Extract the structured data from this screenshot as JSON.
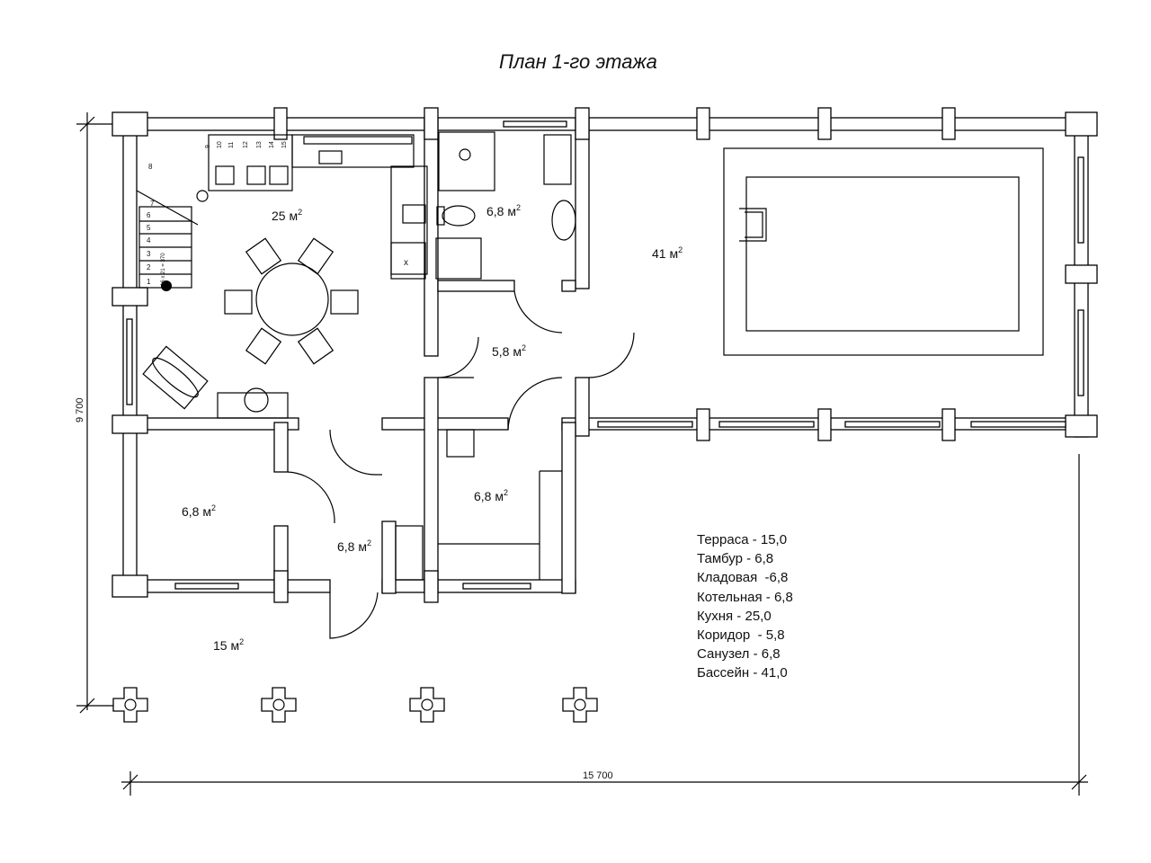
{
  "title": "План 1-го этажа",
  "rooms": {
    "kitchen": "25 м",
    "bathroom": "6,8 м",
    "pool": "41 м",
    "corridor": "5,8 м",
    "storage": "6,8 м",
    "boiler": "6,8 м",
    "tambour": "6,8 м",
    "terrace": "15 м",
    "sup": "2"
  },
  "stairs": {
    "steps": [
      "1",
      "2",
      "3",
      "4",
      "5",
      "6",
      "7",
      "8",
      "9",
      "10",
      "11",
      "12",
      "13",
      "14",
      "15"
    ],
    "note": "16 x 21 = 370"
  },
  "dimensions": {
    "height": "9 700",
    "width": "15 700"
  },
  "legend": [
    "Терраса - 15,0",
    "Тамбур - 6,8",
    "Кладовая  -6,8",
    "Котельная - 6,8",
    "Кухня - 25,0",
    "Коридор  - 5,8",
    "Санузел - 6,8",
    "Бассейн - 41,0"
  ]
}
